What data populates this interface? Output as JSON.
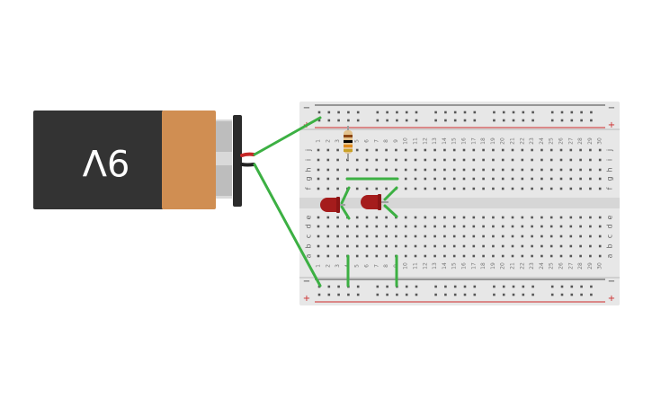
{
  "battery": {
    "label": "9V",
    "body_color": "#333333",
    "label_band_color": "#d08e52",
    "terminal_color": "#bdbdbd"
  },
  "breadboard": {
    "columns": 30,
    "row_labels_top": [
      "j",
      "i",
      "h",
      "g",
      "f"
    ],
    "row_labels_bottom": [
      "e",
      "d",
      "c",
      "b",
      "a"
    ],
    "rail_minus": "−",
    "rail_plus": "+",
    "board_color": "#e7e7e7",
    "hole_color": "#555555",
    "rail_red": "#cc2a2a",
    "rail_dark": "#444444"
  },
  "components": {
    "wire_color": "#3cb043",
    "led_color": "#a51c1c",
    "resistor_body": "#e3c38f",
    "resistor_bands": [
      "#8b4513",
      "#000000",
      "#e08a1e",
      "#c9a227"
    ]
  }
}
